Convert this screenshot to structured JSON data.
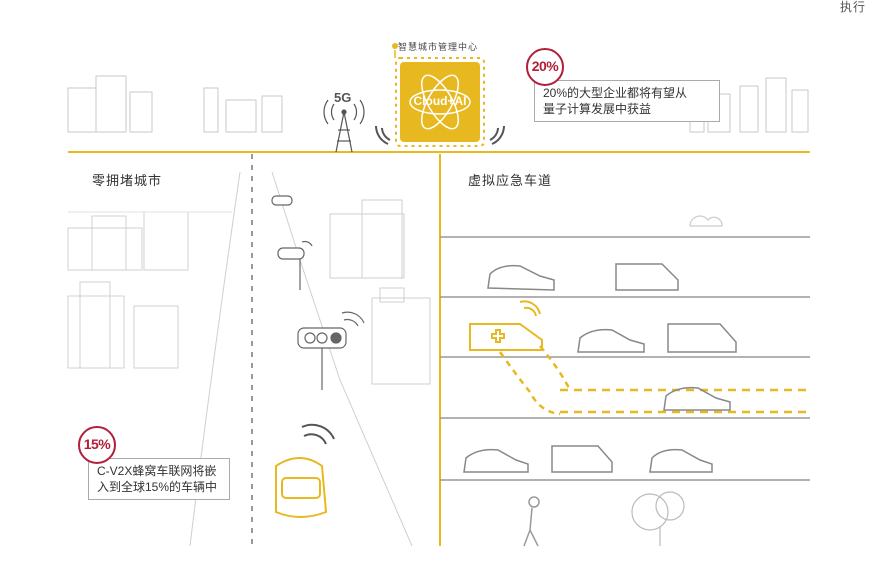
{
  "corner_text": "执行",
  "center_title": "智慧城市管理中心",
  "chip_label": "Cloud+AI",
  "network_label": "5G",
  "left_section_title": "零拥堵城市",
  "right_section_title": "虚拟应急车道",
  "stat_top": {
    "badge": "20%",
    "text_line1": "20%的大型企业都将有望从",
    "text_line2": "量子计算发展中获益"
  },
  "stat_bottom": {
    "badge": "15%",
    "text_line1": "C-V2X蜂窝车联网将嵌",
    "text_line2": "入到全球15%的车辆中"
  },
  "colors": {
    "accent": "#e8b820",
    "badge_red": "#b0203a",
    "line_gray": "#9a9a9a"
  }
}
